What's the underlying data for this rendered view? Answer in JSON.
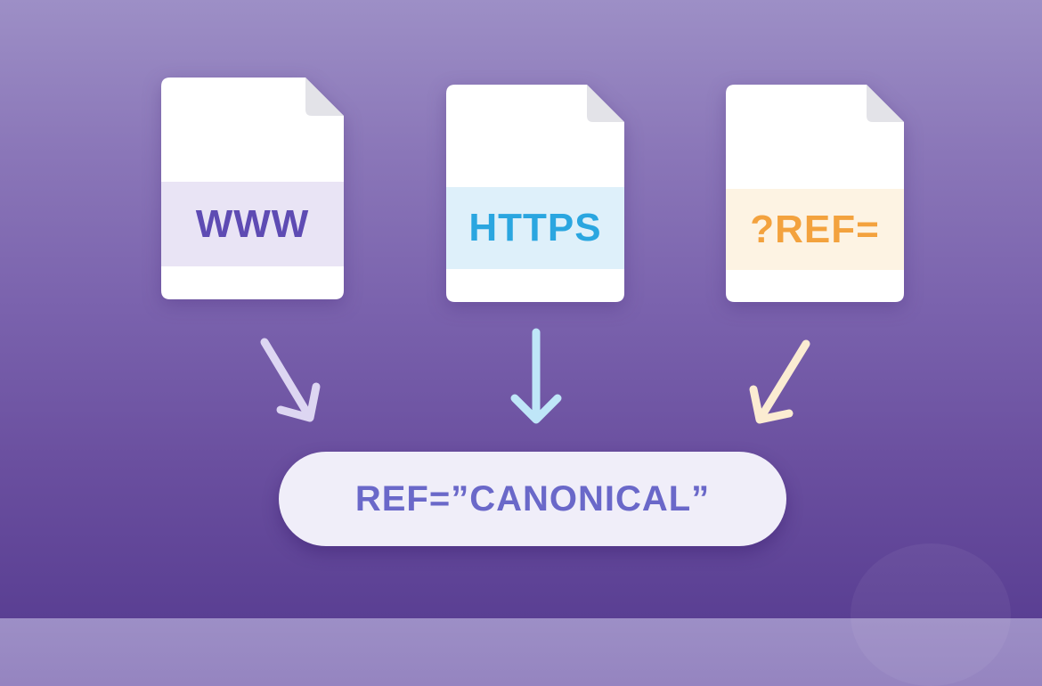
{
  "documents": [
    {
      "label": "WWW",
      "text_color": "#5e4bb3",
      "band_color": "#e9e4f5",
      "icon": "file-icon"
    },
    {
      "label": "HTTPS",
      "text_color": "#2aa6e0",
      "band_color": "#def0fa",
      "icon": "file-icon"
    },
    {
      "label": "?REF=",
      "text_color": "#f3a23e",
      "band_color": "#fdf3e3",
      "icon": "file-icon"
    }
  ],
  "arrows": [
    {
      "icon": "arrow-down-right-icon",
      "color": "#ddd6f2"
    },
    {
      "icon": "arrow-down-icon",
      "color": "#bfe6f8"
    },
    {
      "icon": "arrow-down-left-icon",
      "color": "#fbecd2"
    }
  ],
  "canonical": {
    "label": "REF=”CANONICAL”",
    "background": "#f0eef9",
    "text_color": "#6a68c9"
  }
}
